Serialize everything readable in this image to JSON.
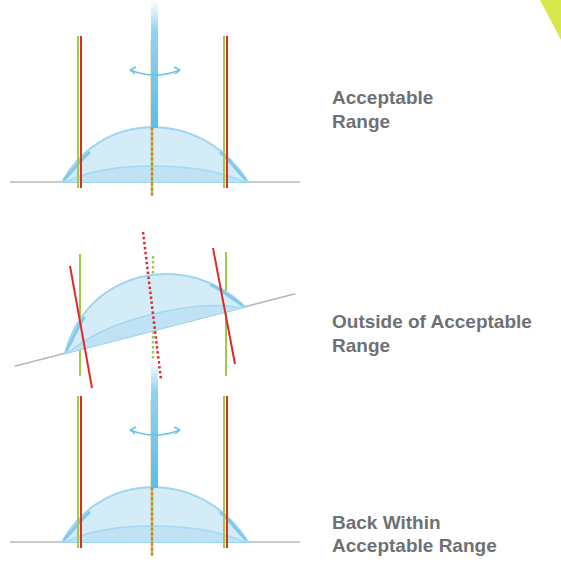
{
  "diagram": {
    "labels": [
      "Acceptable Range",
      "Outside of Acceptable Range",
      "Back Within Acceptable Range"
    ]
  }
}
